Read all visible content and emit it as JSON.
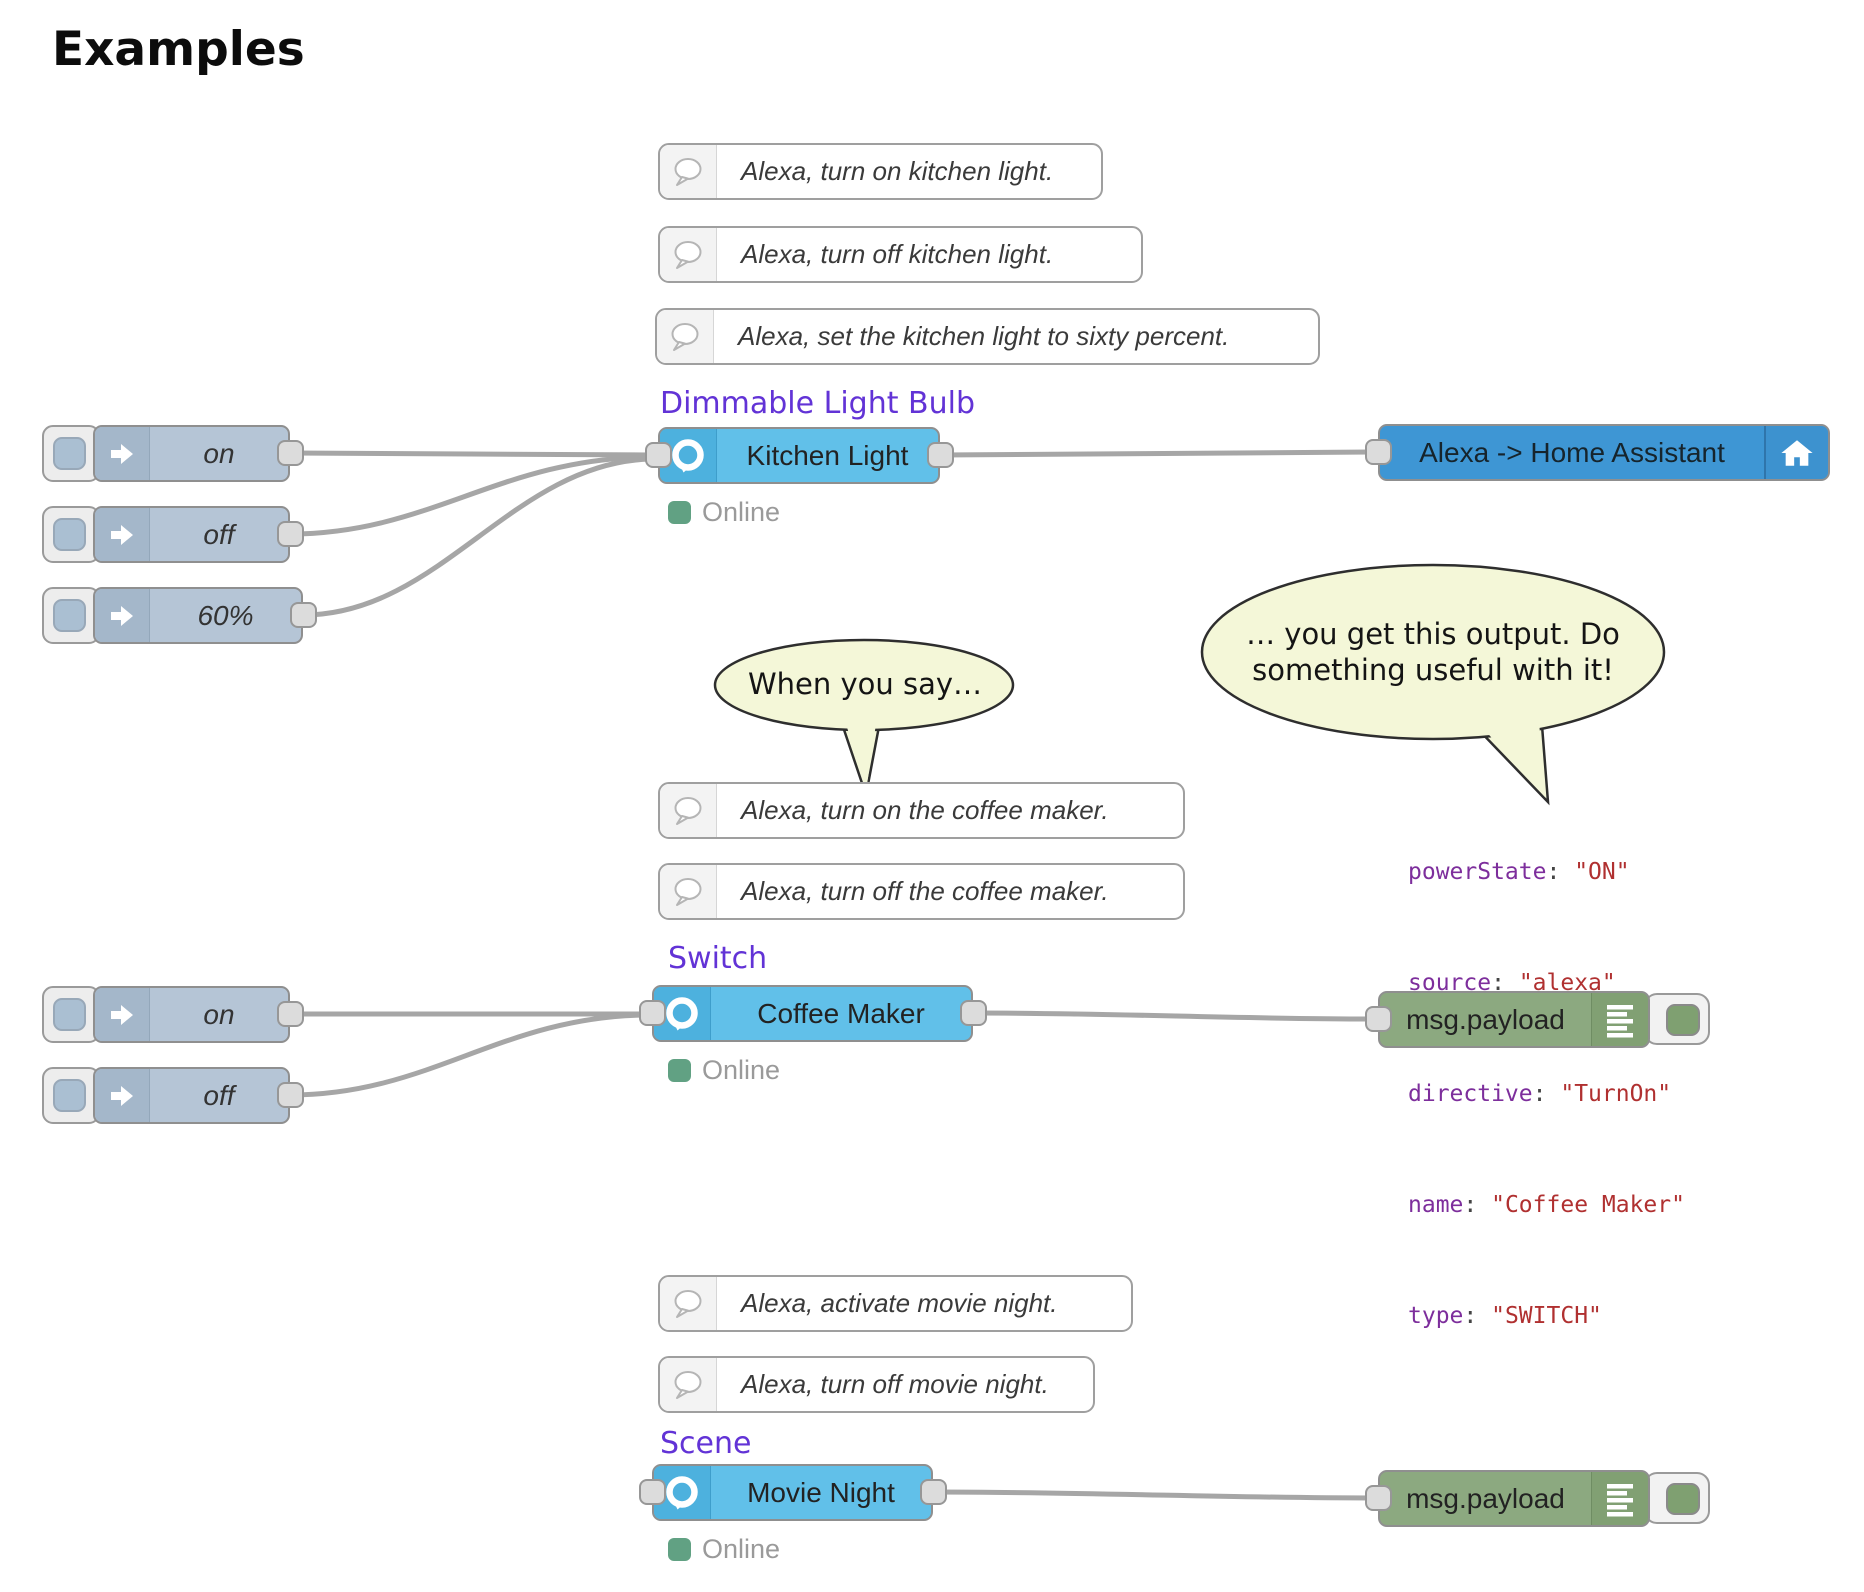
{
  "title": "Examples",
  "sections": {
    "kitchen": {
      "type_label": "Dimmable Light Bulb",
      "comments": [
        "Alexa, turn on kitchen light.",
        "Alexa, turn off kitchen light.",
        "Alexa, set the kitchen light to sixty percent."
      ],
      "injects": [
        "on",
        "off",
        "60%"
      ],
      "device_label": "Kitchen Light",
      "status": "Online",
      "target_label": "Alexa -> Home Assistant"
    },
    "coffee": {
      "type_label": "Switch",
      "comments": [
        "Alexa, turn on the coffee maker.",
        "Alexa, turn off the coffee maker."
      ],
      "injects": [
        "on",
        "off"
      ],
      "device_label": "Coffee Maker",
      "status": "Online",
      "debug_label": "msg.payload"
    },
    "movie": {
      "type_label": "Scene",
      "comments": [
        "Alexa, activate movie night.",
        "Alexa, turn off movie night."
      ],
      "device_label": "Movie Night",
      "status": "Online",
      "debug_label": "msg.payload"
    }
  },
  "bubbles": {
    "when": "When you say…",
    "output": "… you get this output. Do something useful with it!"
  },
  "code": {
    "colon": ":",
    "lines": [
      {
        "key": "powerState",
        "value": "\"ON\""
      },
      {
        "key": "source",
        "value": "\"alexa\""
      },
      {
        "key": "directive",
        "value": "\"TurnOn\""
      },
      {
        "key": "name",
        "value": "\"Coffee Maker\""
      },
      {
        "key": "type",
        "value": "\"SWITCH\""
      }
    ]
  },
  "colors": {
    "device_blue": "#61c0e9",
    "ha_blue": "#3e96d4",
    "inject_blue_gray": "#b5c5d6",
    "debug_green": "#8ca980",
    "status_green": "#61a183",
    "label_purple": "#6233d6",
    "bubble_fill": "#f4f7d8",
    "code_key_purple": "#7d2e9c",
    "code_value_red": "#b03030",
    "wire_gray": "#a6a6a6"
  }
}
